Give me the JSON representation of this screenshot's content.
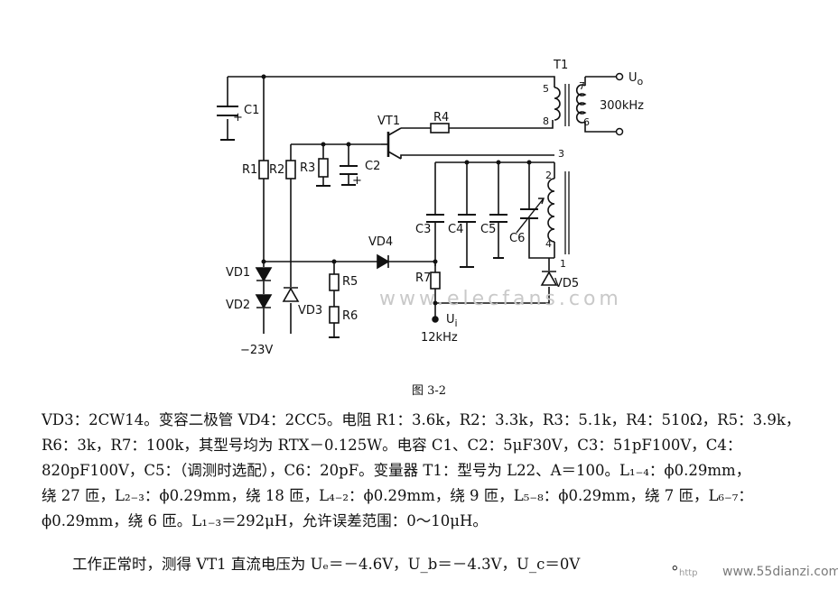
{
  "figure": {
    "caption": "图 3-2",
    "watermark": "www.elecfans.com",
    "labels": {
      "T1": "T1",
      "Uo": "U",
      "Uo_sub": "o",
      "freq_out": "300kHz",
      "C1": "C1",
      "VT1": "VT1",
      "R4": "R4",
      "R1": "R1",
      "R2": "R2",
      "R3": "R3",
      "C2": "C2",
      "C3": "C3",
      "C4": "C4",
      "C5": "C5",
      "C6": "C6",
      "VD1": "VD1",
      "VD2": "VD2",
      "VD3": "VD3",
      "VD4": "VD4",
      "VD5": "VD5",
      "R5": "R5",
      "R6": "R6",
      "R7": "R7",
      "Ui": "U",
      "Ui_sub": "i",
      "freq_in": "12kHz",
      "supply": "−23V",
      "pin1": "1",
      "pin2": "2",
      "pin3": "3",
      "pin4": "4",
      "pin5": "5",
      "pin6": "6",
      "pin7": "7",
      "pin8": "8",
      "plus": "+"
    }
  },
  "text": {
    "p1": "VD3：2CW14。变容二极管 VD4：2CC5。电阻 R1：3.6k，R2：3.3k，R3：5.1k，R4：510Ω，R5：3.9k，",
    "p2": "R6：3k，R7：100k，其型号均为 RTX－0.125W。电容 C1、C2：5μF30V，C3：51pF100V，C4：",
    "p3": "820pF100V，C5：（调测时选配），C6：20pF。变量器 T1：型号为 L22、A＝100。L₁₋₄：ϕ0.29mm，",
    "p4": "绕 27 匝，L₂₋₃：ϕ0.29mm，绕 18 匝，L₄₋₂：ϕ0.29mm，绕 9 匝，L₅₋₈：ϕ0.29mm，绕 7 匝，L₆₋₇：",
    "p5": "ϕ0.29mm，绕 6 匝。L₁₋₃＝292μH，允许误差范围：0～10μH。",
    "p6": "工作正常时，测得 VT1 直流电压为 Uₑ＝－4.6V，U_b＝－4.3V，U_c＝0V",
    "p6_end": "。"
  },
  "footer": {
    "site": "www.55dianzi.com",
    "http_mark": "http"
  }
}
